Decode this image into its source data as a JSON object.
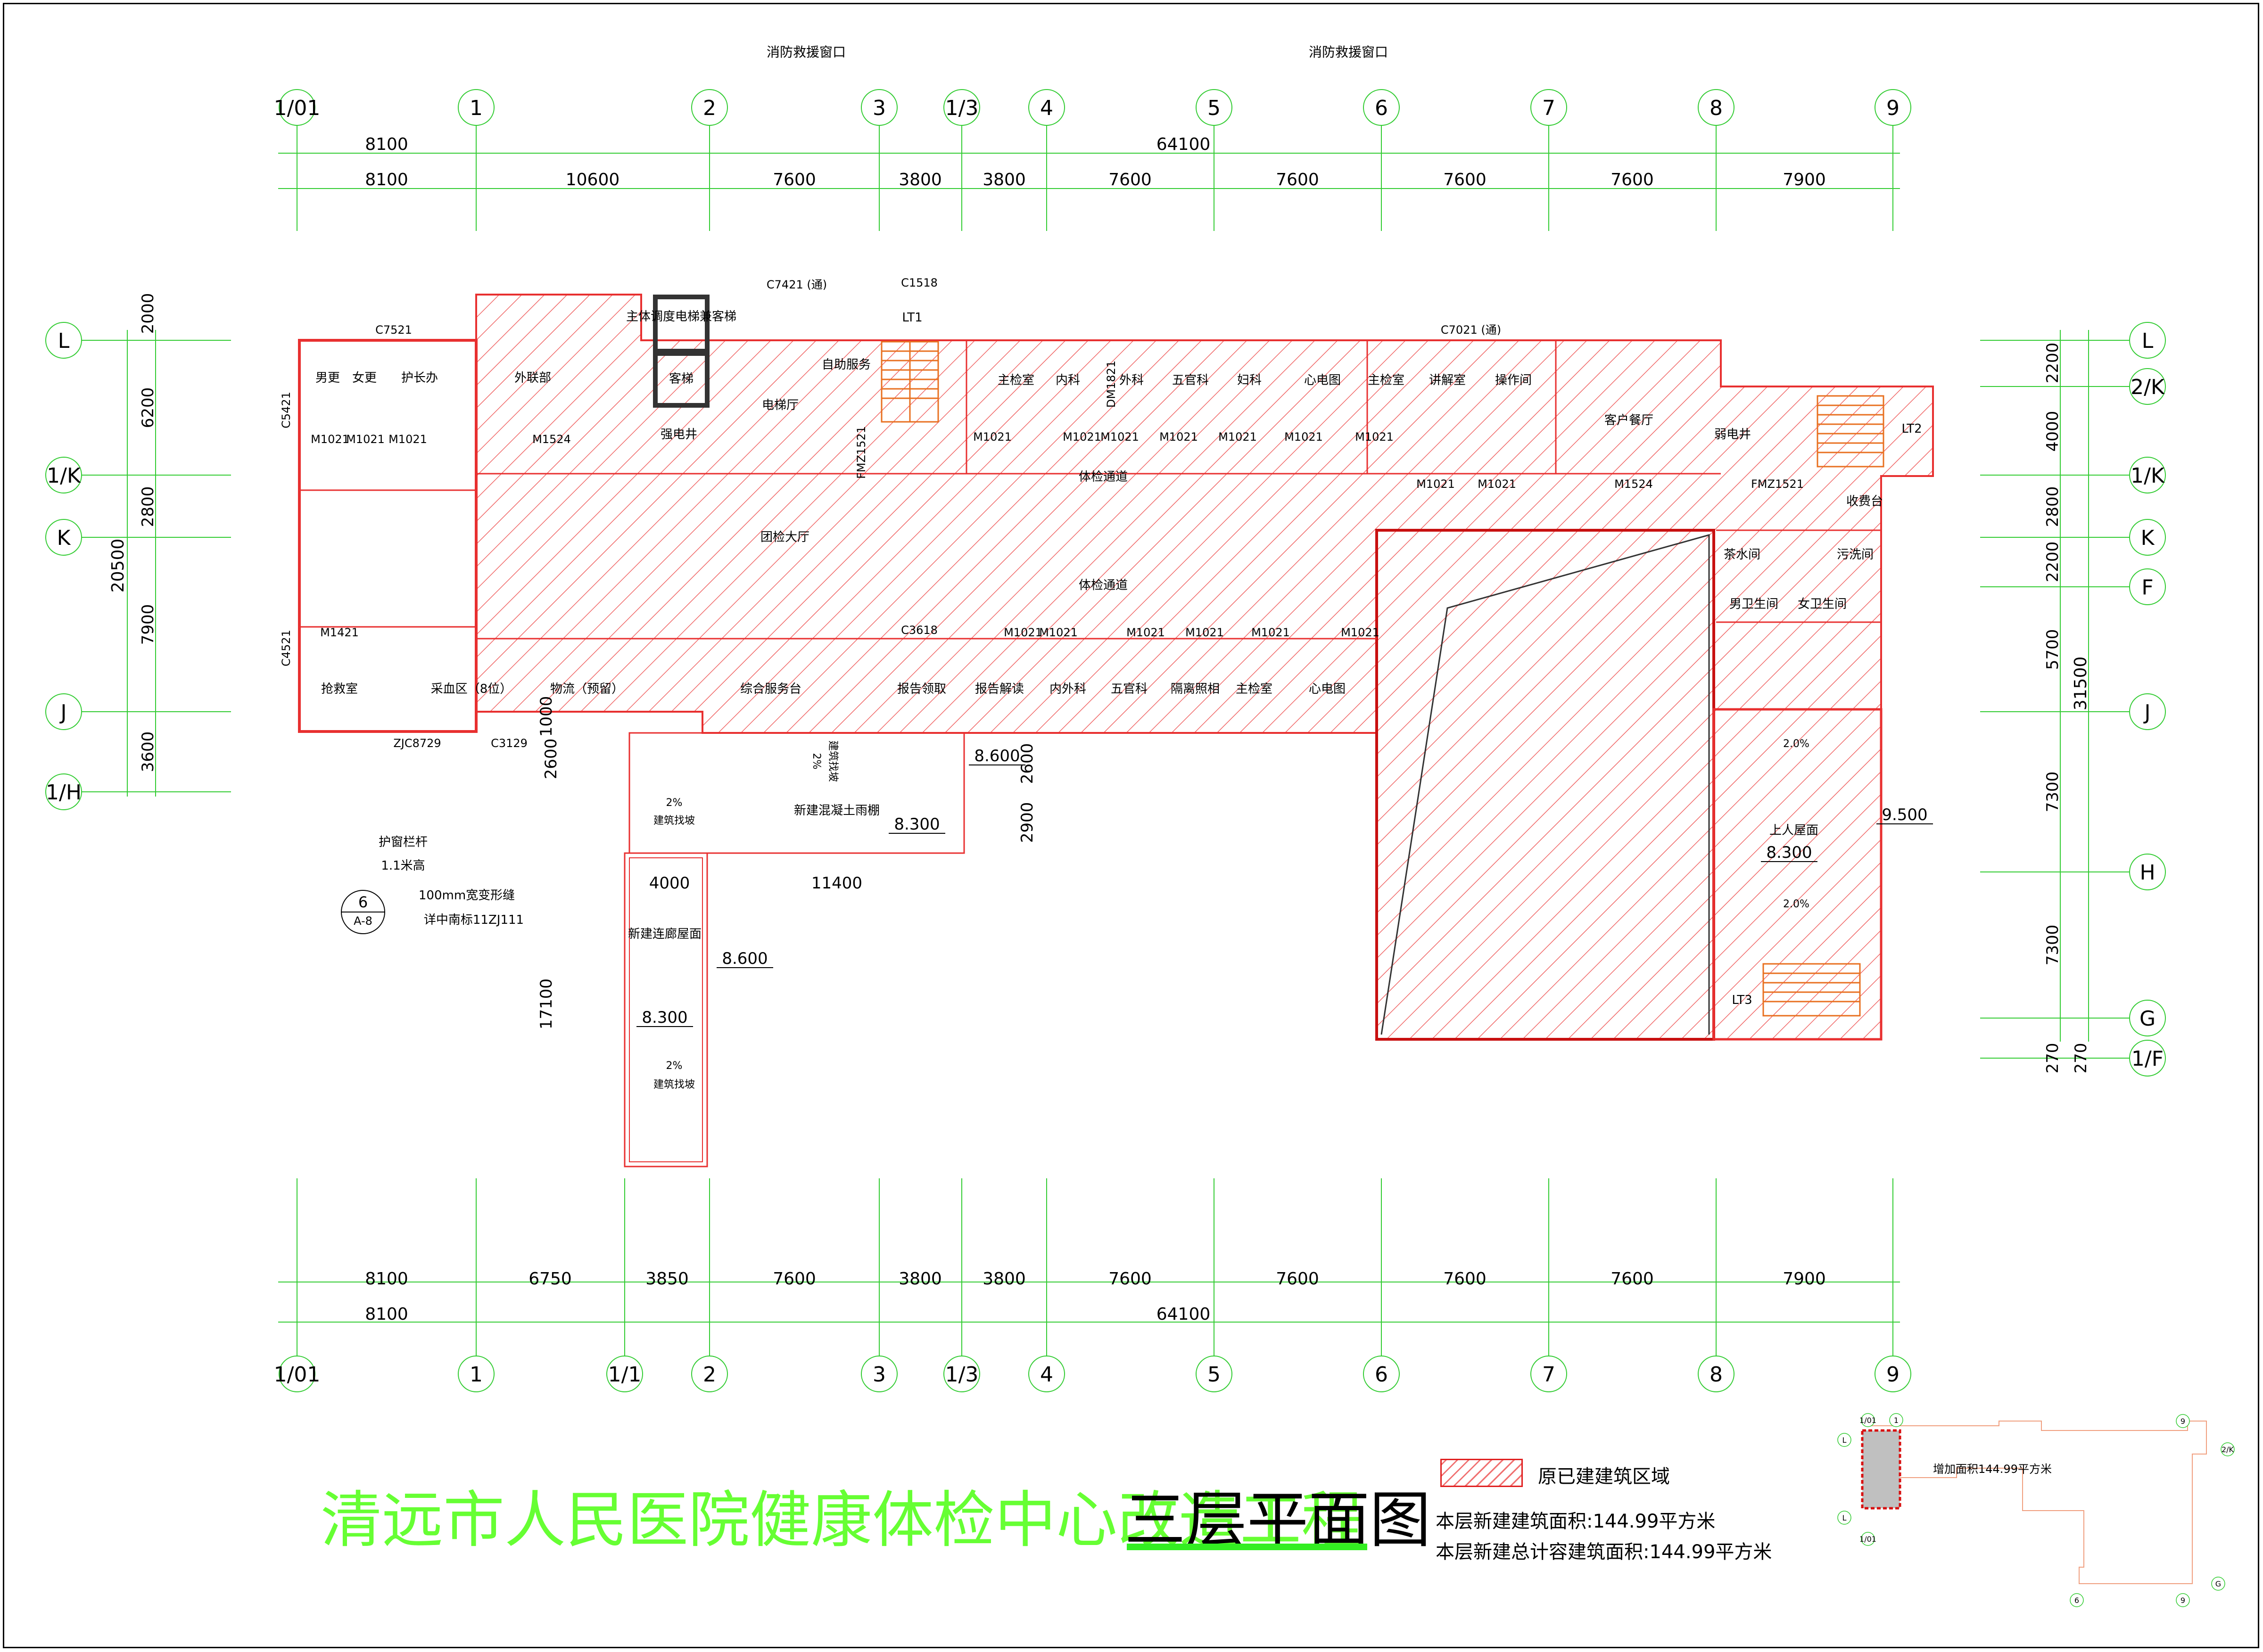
{
  "title": {
    "project": "清远市人民医院健康体检中心改造工程",
    "sheet": "三层平面图"
  },
  "legend": {
    "existing": "原已建建筑区域"
  },
  "areas": {
    "new_area": "本层新建建筑面积:144.99平方米",
    "new_plot_area": "本层新建总计容建筑面积:144.99平方米"
  },
  "keyplan": {
    "added_area": "增加面积144.99平方米",
    "labels": [
      "1/01",
      "1",
      "9",
      "2/K",
      "L",
      "L",
      "1/01",
      "6",
      "9",
      "G"
    ]
  },
  "fire_windows": [
    "消防救援窗口",
    "消防救援窗口"
  ],
  "axes_top": [
    "1/01",
    "1",
    "2",
    "3",
    "1/3",
    "4",
    "5",
    "6",
    "7",
    "8",
    "9"
  ],
  "axes_bottom": [
    "1/01",
    "1",
    "1/1",
    "2",
    "3",
    "1/3",
    "4",
    "5",
    "6",
    "7",
    "8",
    "9"
  ],
  "axes_left": [
    "L",
    "1/K",
    "K",
    "J",
    "1/H"
  ],
  "axes_right": [
    "L",
    "2/K",
    "1/K",
    "K",
    "F",
    "J",
    "H",
    "G",
    "1/F"
  ],
  "dims_top_total": [
    "8100",
    "64100"
  ],
  "dims_top": [
    "8100",
    "10600",
    "7600",
    "3800",
    "3800",
    "7600",
    "7600",
    "7600",
    "7600",
    "7900"
  ],
  "dims_bottom": [
    "8100",
    "6750",
    "3850",
    "7600",
    "3800",
    "3800",
    "7600",
    "7600",
    "7600",
    "7600",
    "7900"
  ],
  "dims_bottom_total": [
    "8100",
    "64100"
  ],
  "dims_left": [
    "2000",
    "6200",
    "2800",
    "7900",
    "3600"
  ],
  "dim_left_total": "20500",
  "dims_right": [
    "2200",
    "4000",
    "2800",
    "2200",
    "5700",
    "7300",
    "7300",
    "270",
    "270"
  ],
  "dim_right_total": "31500",
  "rooms": [
    {
      "t": "男更"
    },
    {
      "t": "女更"
    },
    {
      "t": "护长办"
    },
    {
      "t": "外联部"
    },
    {
      "t": "主体调度电梯兼客梯"
    },
    {
      "t": "客梯"
    },
    {
      "t": "自助服务"
    },
    {
      "t": "电梯厅"
    },
    {
      "t": "强电井"
    },
    {
      "t": "LT1"
    },
    {
      "t": "主检室"
    },
    {
      "t": "内科"
    },
    {
      "t": "外科"
    },
    {
      "t": "五官科"
    },
    {
      "t": "妇科"
    },
    {
      "t": "心电图"
    },
    {
      "t": "主检室"
    },
    {
      "t": "讲解室"
    },
    {
      "t": "操作间"
    },
    {
      "t": "客户餐厅"
    },
    {
      "t": "弱电井"
    },
    {
      "t": "LT2"
    },
    {
      "t": "体检通道"
    },
    {
      "t": "团检大厅"
    },
    {
      "t": "体检通道"
    },
    {
      "t": "收费台"
    },
    {
      "t": "茶水间"
    },
    {
      "t": "污洗间"
    },
    {
      "t": "男卫生间"
    },
    {
      "t": "女卫生间"
    },
    {
      "t": "抢救室"
    },
    {
      "t": "采血区（8位）"
    },
    {
      "t": "物流（预留）"
    },
    {
      "t": "综合服务台"
    },
    {
      "t": "报告领取"
    },
    {
      "t": "报告解读"
    },
    {
      "t": "内外科"
    },
    {
      "t": "五官科"
    },
    {
      "t": "隔离照相"
    },
    {
      "t": "主检室"
    },
    {
      "t": "心电图"
    },
    {
      "t": "新建混凝土雨棚"
    },
    {
      "t": "新建连廊屋面"
    },
    {
      "t": "上人屋面"
    },
    {
      "t": "LT3"
    },
    {
      "t": "护窗栏杆"
    },
    {
      "t": "1.1米高"
    },
    {
      "t": "100mm宽变形缝"
    },
    {
      "t": "详中南标11ZJ111"
    }
  ],
  "door_tags": [
    {
      "t": "C7521"
    },
    {
      "t": "C5421"
    },
    {
      "t": "M1021"
    },
    {
      "t": "M1021"
    },
    {
      "t": "M1021"
    },
    {
      "t": "M1524"
    },
    {
      "t": "C7421 (通)"
    },
    {
      "t": "C1518"
    },
    {
      "t": "FMZ1521"
    },
    {
      "t": "M1021"
    },
    {
      "t": "M1021"
    },
    {
      "t": "M1021"
    },
    {
      "t": "M1021"
    },
    {
      "t": "M1021"
    },
    {
      "t": "M1021"
    },
    {
      "t": "M1021"
    },
    {
      "t": "DM1821"
    },
    {
      "t": "C7021 (通)"
    },
    {
      "t": "M1021"
    },
    {
      "t": "M1021"
    },
    {
      "t": "M1524"
    },
    {
      "t": "FMZ1521"
    },
    {
      "t": "M1421"
    },
    {
      "t": "C4521"
    },
    {
      "t": "C3618"
    },
    {
      "t": "M1021"
    },
    {
      "t": "M1021"
    },
    {
      "t": "M1021"
    },
    {
      "t": "M1021"
    },
    {
      "t": "M1021"
    },
    {
      "t": "M1021"
    },
    {
      "t": "ZJC8729"
    },
    {
      "t": "C3129"
    }
  ],
  "levels": [
    "8.600",
    "8.300",
    "8.600",
    "8.300",
    "9.500",
    "8.300"
  ],
  "slopes": [
    "2%",
    "建筑找坡",
    "2%",
    "建筑找坡",
    "2%",
    "建筑找坡",
    "2.0%",
    "2.0%"
  ],
  "misc_dims": [
    "2600",
    "1000",
    "2600",
    "2900",
    "4000",
    "11400",
    "17100"
  ],
  "detail_ref": {
    "num": "6",
    "sheet": "A-8"
  },
  "colors": {
    "green": "#33cc33",
    "red": "#e83030",
    "hatch": "#f06868",
    "title": "#66ff33"
  }
}
